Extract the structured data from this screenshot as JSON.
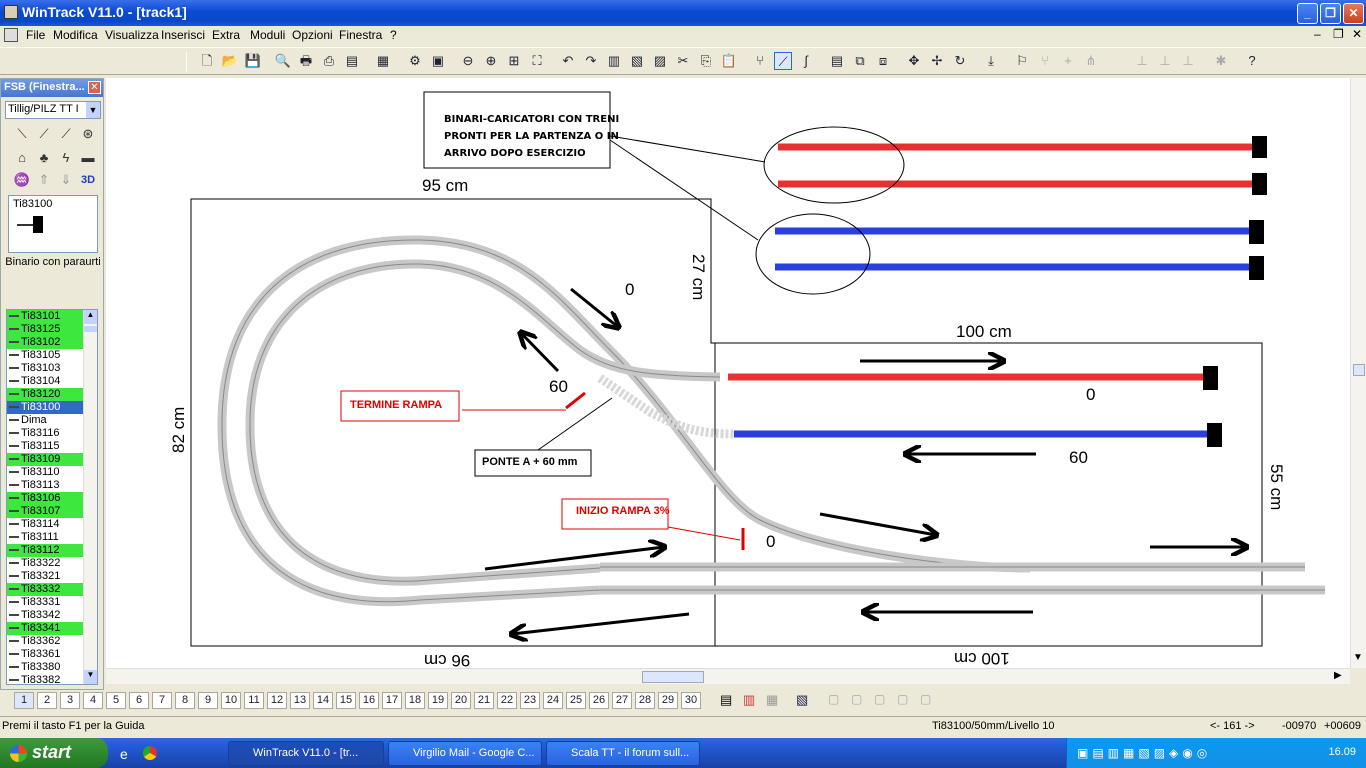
{
  "app": {
    "title": "WinTrack  V11.0 - [track1]"
  },
  "menu": [
    "File",
    "Modifica",
    "Visualizza",
    "Inserisci",
    "Extra",
    "Moduli",
    "Opzioni",
    "Finestra",
    "?"
  ],
  "fsb": {
    "title": "FSB (Finestra...",
    "select_value": "Tillig/PILZ  TT I",
    "preview_code": "Ti83100",
    "preview_desc": "Binario con paraurti",
    "items": [
      {
        "label": "Ti83101",
        "state": "green"
      },
      {
        "label": "Ti83125",
        "state": "green"
      },
      {
        "label": "Ti83102",
        "state": "green"
      },
      {
        "label": "Ti83105",
        "state": ""
      },
      {
        "label": "Ti83103",
        "state": ""
      },
      {
        "label": "Ti83104",
        "state": ""
      },
      {
        "label": "Ti83120",
        "state": "green"
      },
      {
        "label": "Ti83100",
        "state": "selected"
      },
      {
        "label": "Dima",
        "state": ""
      },
      {
        "label": "Ti83116",
        "state": ""
      },
      {
        "label": "Ti83115",
        "state": ""
      },
      {
        "label": "Ti83109",
        "state": "green"
      },
      {
        "label": "Ti83110",
        "state": ""
      },
      {
        "label": "Ti83113",
        "state": ""
      },
      {
        "label": "Ti83106",
        "state": "green"
      },
      {
        "label": "Ti83107",
        "state": "green"
      },
      {
        "label": "Ti83114",
        "state": ""
      },
      {
        "label": "Ti83111",
        "state": ""
      },
      {
        "label": "Ti83112",
        "state": "green"
      },
      {
        "label": "Ti83322",
        "state": ""
      },
      {
        "label": "Ti83321",
        "state": ""
      },
      {
        "label": "Ti83332",
        "state": "green"
      },
      {
        "label": "Ti83331",
        "state": ""
      },
      {
        "label": "Ti83342",
        "state": ""
      },
      {
        "label": "Ti83341",
        "state": "green"
      },
      {
        "label": "Ti83362",
        "state": ""
      },
      {
        "label": "Ti83361",
        "state": ""
      },
      {
        "label": "Ti83380",
        "state": ""
      },
      {
        "label": "Ti83382",
        "state": ""
      }
    ]
  },
  "canvas": {
    "note_caricatori": [
      "BINARI-CARICATORI CON TRENI",
      "PRONTI PER LA PARTENZA O IN",
      "ARRIVO DOPO ESERCIZIO"
    ],
    "note_termine": "TERMINE RAMPA",
    "note_ponte": "PONTE A + 60 mm",
    "note_inizio": "INIZIO RAMPA 3%",
    "dim_95": "95 cm",
    "dim_27": "27 cm",
    "dim_82": "82 cm",
    "dim_100_top": "100 cm",
    "dim_55": "55 cm",
    "dim_96_bottom": "96 cm",
    "dim_100_bottom": "100 cm",
    "h0_a": "0",
    "h60_a": "60",
    "h0_b": "0",
    "h60_b": "60",
    "h0_c": "0",
    "colors": {
      "red_track": "#e83030",
      "blue_track": "#2b3fe0",
      "rail": "#c8c8c8",
      "note_red": "#e00000"
    }
  },
  "tabs": [
    "1",
    "2",
    "3",
    "4",
    "5",
    "6",
    "7",
    "8",
    "9",
    "10",
    "11",
    "12",
    "13",
    "14",
    "15",
    "16",
    "17",
    "18",
    "19",
    "20",
    "21",
    "22",
    "23",
    "24",
    "25",
    "26",
    "27",
    "28",
    "29",
    "30"
  ],
  "status": {
    "help": "Premi il tasto F1 per la Guida",
    "track": "Ti83100/50mm/Livello 10",
    "index": "<- 161 ->",
    "x": "-00970",
    "y": "+00609"
  },
  "taskbar": {
    "start": "start",
    "tasks": [
      "WinTrack  V11.0 - [tr...",
      "Virgilio Mail - Google C...",
      "Scala TT - il forum sull..."
    ],
    "clock": "16.09"
  }
}
